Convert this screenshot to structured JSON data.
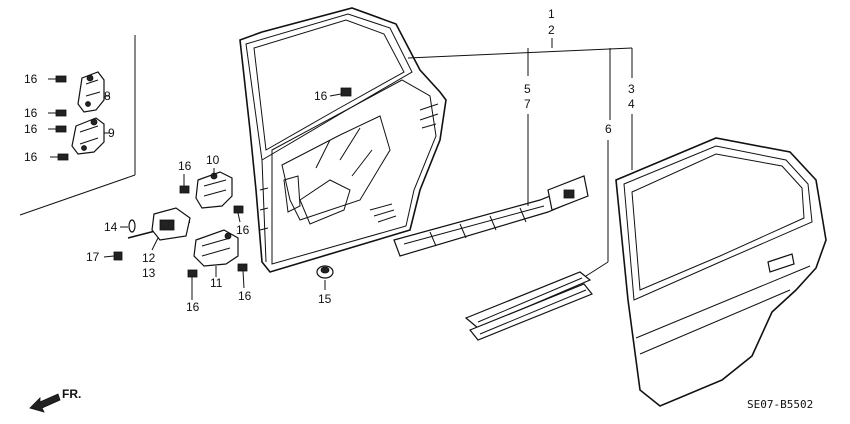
{
  "diagram": {
    "code": "SE07-B5502",
    "direction_label": "FR.",
    "callouts": {
      "n1": "1",
      "n2": "2",
      "n3": "3",
      "n4": "4",
      "n5": "5",
      "n6": "6",
      "n7": "7",
      "n8": "8",
      "n9": "9",
      "n10": "10",
      "n11": "11",
      "n12": "12",
      "n13": "13",
      "n14": "14",
      "n15": "15",
      "n16": "16",
      "n17": "17"
    }
  }
}
